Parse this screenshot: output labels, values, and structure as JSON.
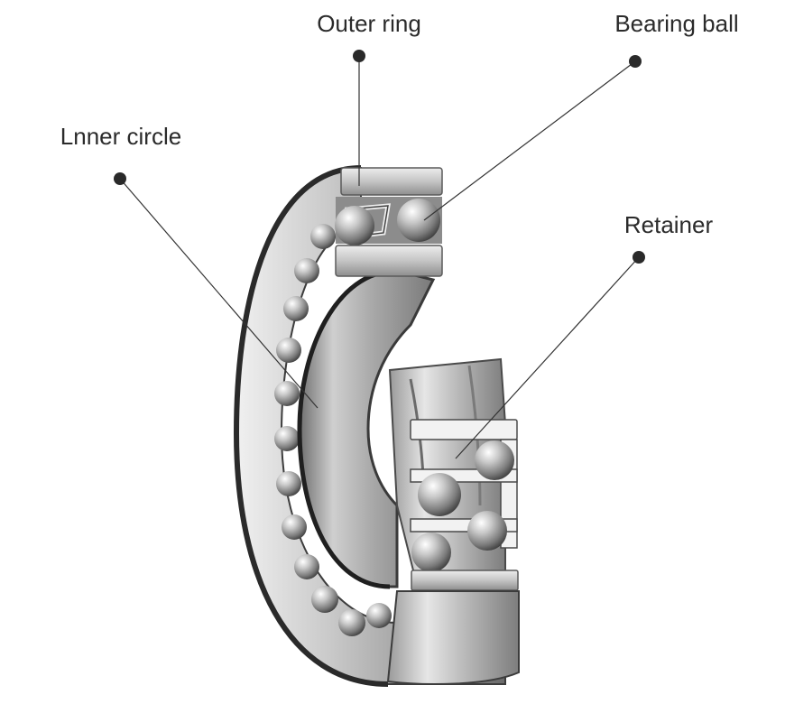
{
  "callouts": {
    "outer_ring": "Outer ring",
    "bearing_ball": "Bearing ball",
    "inner_circle": "Lnner circle",
    "retainer": "Retainer"
  },
  "colors": {
    "leader": "#333333",
    "dot": "#2a2a2a",
    "steel_light": "#e2e2e2",
    "steel_mid": "#a9a9a9",
    "steel_dark": "#4a4a4a",
    "background": "#ffffff"
  }
}
